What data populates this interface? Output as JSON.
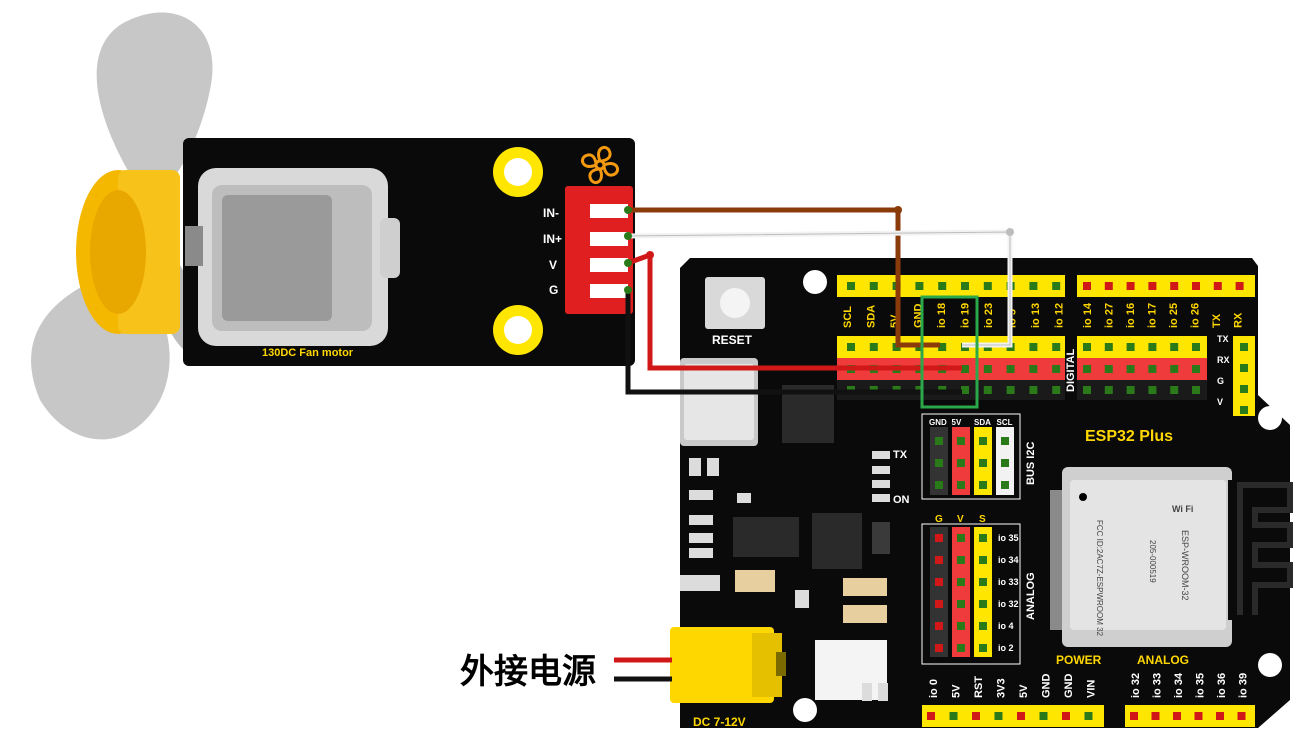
{
  "colors": {
    "board": "#0a0a0a",
    "header_yellow": "#ffe600",
    "header_red": "#ef3b3b",
    "wire_brown": "#8b3a0a",
    "wire_white": "#f2f2f2",
    "wire_red": "#d01818",
    "wire_black": "#111111",
    "highlight": "#2ba84a"
  },
  "fan_module": {
    "pin_labels": [
      "IN-",
      "IN+",
      "V",
      "G"
    ],
    "label": "130DC Fan motor",
    "logo_icon": "fan-icon"
  },
  "board": {
    "title": "ESP32 Plus",
    "reset_label": "RESET",
    "digital_label": "DIGITAL",
    "top_pins_left": [
      "SCL",
      "SDA",
      "5V",
      "GND",
      "io 18",
      "io 19",
      "io 23",
      "io 5",
      "io 13",
      "io 12"
    ],
    "top_pins_right": [
      "io 14",
      "io 27",
      "io 16",
      "io 17",
      "io 25",
      "io 26",
      "TX",
      "RX"
    ],
    "serial_side": [
      "TX",
      "RX",
      "G",
      "V"
    ],
    "bus_i2c_label": "BUS I2C",
    "i2c_pins": [
      "GND",
      "5V",
      "SDA",
      "SCL"
    ],
    "analog_label": "ANALOG",
    "analog_cols": [
      "G",
      "V",
      "S"
    ],
    "analog_pins": [
      "io 35",
      "io 34",
      "io 33",
      "io 32",
      "io 4",
      "io 2"
    ],
    "led_tx": "TX",
    "led_on": "ON",
    "dc_label": "DC 7-12V",
    "power_label": "POWER",
    "power_pins": [
      "io 0",
      "5V",
      "RST",
      "3V3",
      "5V",
      "GND",
      "GND",
      "VIN"
    ],
    "analog_bottom_label": "ANALOG",
    "analog_bottom_pins": [
      "io 32",
      "io 33",
      "io 34",
      "io 35",
      "io 36",
      "io 39"
    ],
    "module": {
      "fcc": "FCC ID:2AC7Z-ESPWROOM 32",
      "r_code": "205-000519",
      "name": "ESP-WROOM-32",
      "wifi": "Wi Fi"
    }
  },
  "external_power_label": "外接电源"
}
